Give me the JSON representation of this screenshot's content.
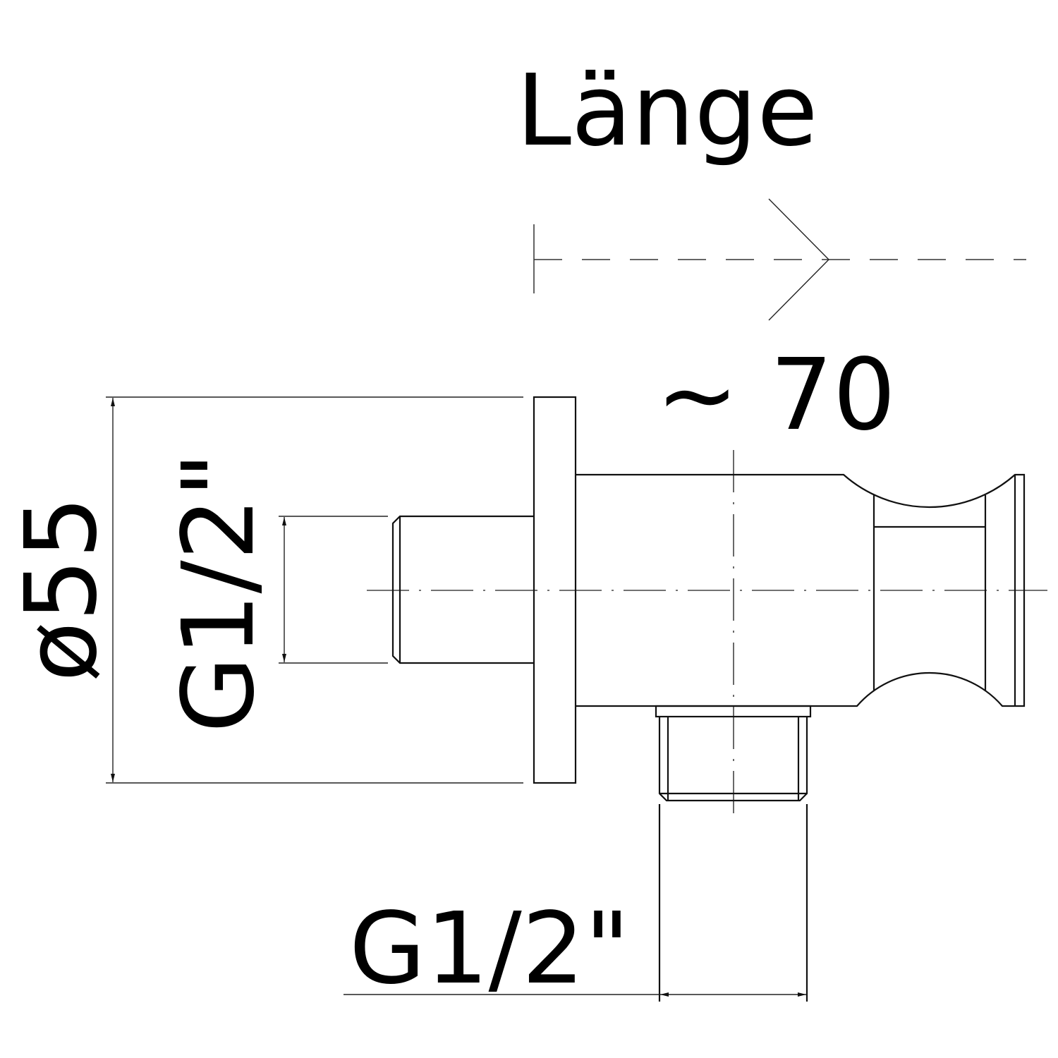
{
  "drawing": {
    "length_label": "Länge",
    "length_value": "~ 70",
    "diameter_label": "ø55",
    "inlet_thread_label": "G1/2\"",
    "outlet_thread_label": "G1/2\""
  },
  "colors": {
    "line": "#111111",
    "background": "#ffffff"
  }
}
